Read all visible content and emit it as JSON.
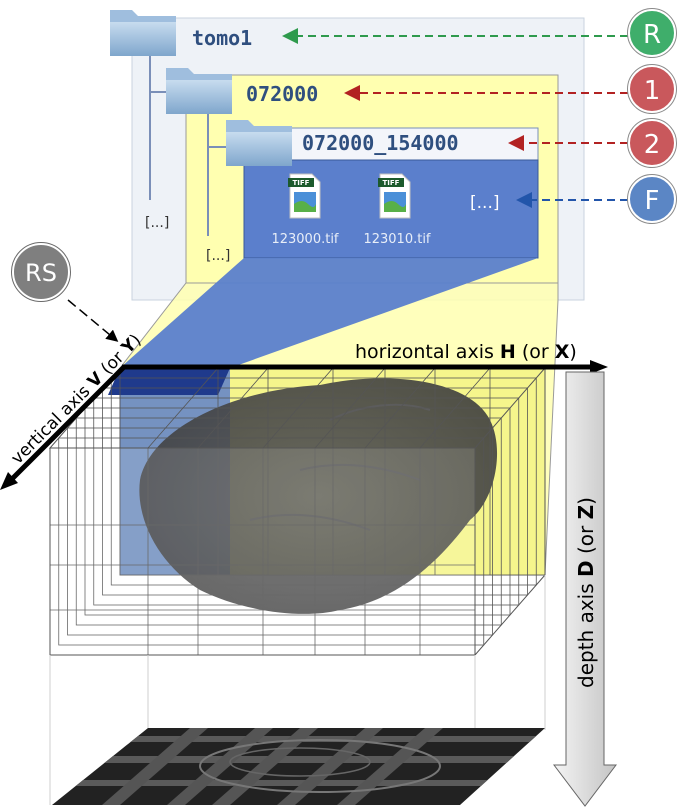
{
  "folders": {
    "root": "tomo1",
    "level1": "072000",
    "level2": "072000_154000"
  },
  "files": [
    {
      "name": "123000.tif",
      "badge": "TIFF"
    },
    {
      "name": "123010.tif",
      "badge": "TIFF"
    }
  ],
  "ellipsis": {
    "level0": "[...]",
    "level1": "[...]",
    "level2": "[...]"
  },
  "markers": {
    "R": {
      "label": "R",
      "color": "#3fae6b"
    },
    "one": {
      "label": "1",
      "color": "#c9585c"
    },
    "two": {
      "label": "2",
      "color": "#c9585c"
    },
    "F": {
      "label": "F",
      "color": "#5b86c5"
    },
    "RS": {
      "label": "RS",
      "color": "#7f7f7f"
    }
  },
  "axes": {
    "horizontal": {
      "text": "horizontal axis ",
      "bold": "H",
      "rest_open": " (or ",
      "bold2": "X",
      "close": ")"
    },
    "vertical": {
      "text": "vertical axis ",
      "bold": "V",
      "rest_open": " (or ",
      "bold2": "Y",
      "close": ")"
    },
    "depth": {
      "text": "depth axis  ",
      "bold": "D",
      "rest_open": " (or ",
      "bold2": "Z",
      "close": ")"
    }
  },
  "colors": {
    "root_panel": "#eef2f7",
    "level1_panel": "#ffffb0",
    "level2_panel": "#5b7fcc",
    "arrow_green": "#2e9a4d",
    "arrow_red": "#b22222",
    "arrow_blue": "#2255aa"
  }
}
